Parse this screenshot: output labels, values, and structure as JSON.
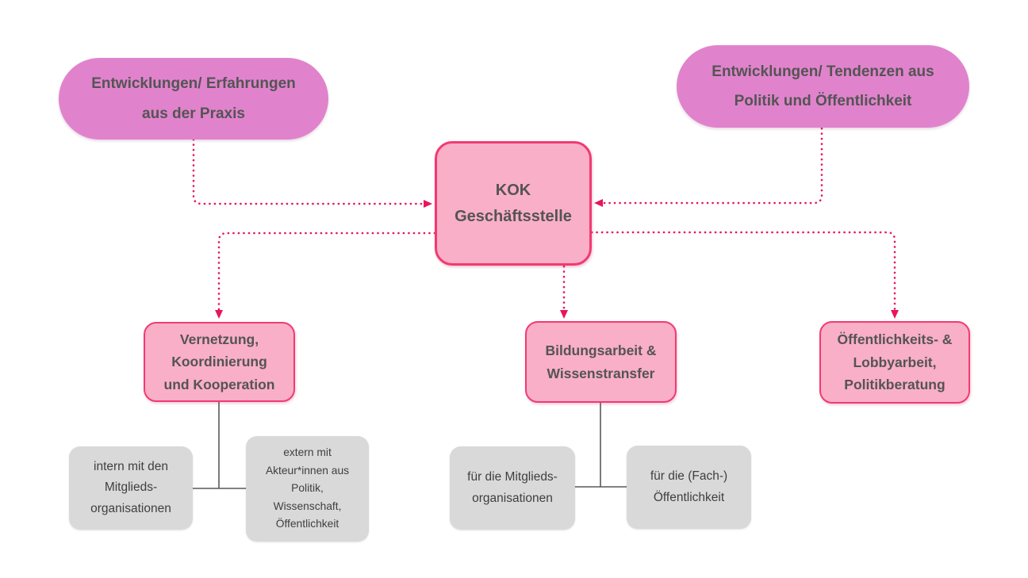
{
  "diagram": {
    "title": "KOK Geschäftsstelle Organigramm",
    "inputs": [
      {
        "id": "praxis",
        "label": "Entwicklungen/ Erfahrungen\naus der Praxis"
      },
      {
        "id": "politik",
        "label": "Entwicklungen/ Tendenzen aus\nPolitik und Öffentlichkeit"
      }
    ],
    "center": {
      "label": "KOK\nGeschäftsstelle"
    },
    "branches": [
      {
        "id": "vernetzung",
        "label": "Vernetzung,\nKoordinierung\nund Kooperation"
      },
      {
        "id": "bildungsarbeit",
        "label": "Bildungsarbeit &\nWissenstransfer"
      },
      {
        "id": "oeffentlichkeitsarbeit",
        "label": "Öffentlichkeits- &\nLobbyarbeit,\nPolitikberatung"
      }
    ],
    "leaves": [
      {
        "id": "intern",
        "parent": "vernetzung",
        "label": "intern mit den\nMitglieds-\norganisationen"
      },
      {
        "id": "extern",
        "parent": "vernetzung",
        "label": "extern mit\nAkteur*innen aus\nPolitik,\nWissenschaft,\nÖffentlichkeit"
      },
      {
        "id": "mitglieds",
        "parent": "bildungsarbeit",
        "label": "für die Mitglieds-\norganisationen"
      },
      {
        "id": "fach",
        "parent": "bildungsarbeit",
        "label": "für die (Fach-)\nÖffentlichkeit"
      }
    ],
    "colors": {
      "accent": "#E9145B",
      "node_border": "#F23A72",
      "node_fill": "#F9AFC7",
      "input_fill": "#E083CC",
      "leaf_fill": "#D9D9D9",
      "heading_text": "#545454",
      "leaf_text": "#3F3F3F",
      "connector_gray": "#595959"
    }
  }
}
